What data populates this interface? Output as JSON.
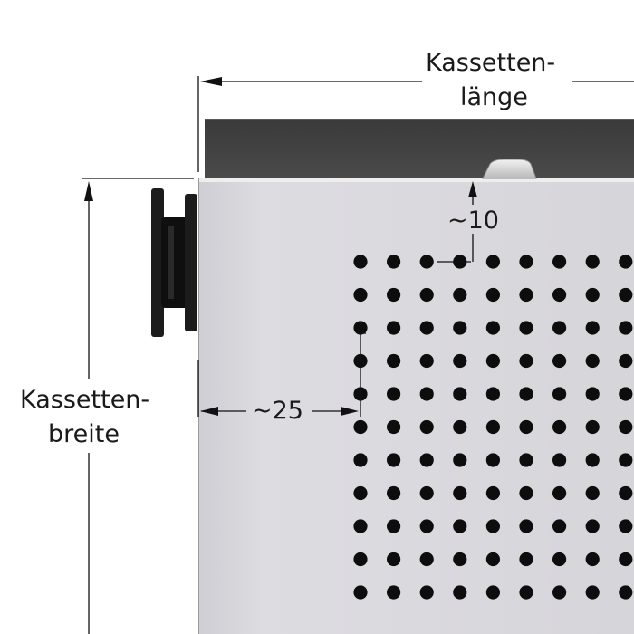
{
  "labels": {
    "length_line1": "Kassetten-",
    "length_line2": "länge",
    "width_line1": "Kassetten-",
    "width_line2": "breite",
    "top_offset": "~10",
    "left_offset": "~25"
  },
  "colors": {
    "panel": "#d9d8dd",
    "top_rail": "#454545",
    "holes": "#0d0d0d",
    "dimension_lines": "#111111",
    "roller": "#161616"
  },
  "perforation_grid": {
    "rows": 11,
    "columns": 9
  }
}
